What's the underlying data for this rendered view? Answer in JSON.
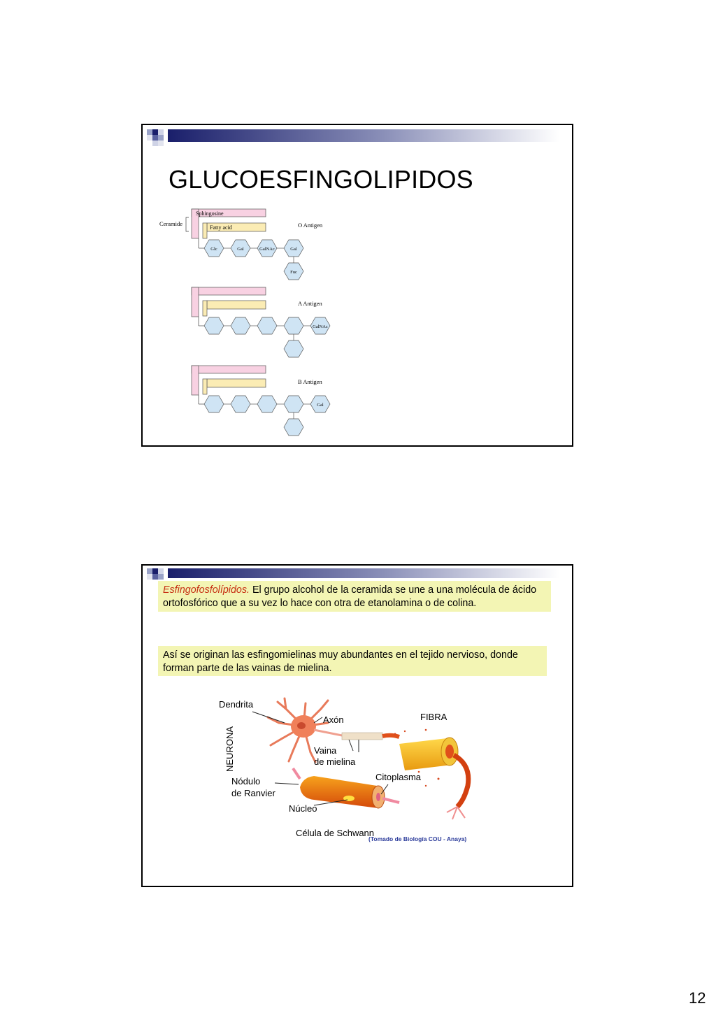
{
  "slide1": {
    "title": "GLUCOESFINGOLIPIDOS",
    "diagram": {
      "ceramide_label": "Ceramide",
      "sphingosine_label": "Sphingosine",
      "fatty_acid_label": "Fatty acid",
      "o_antigen": {
        "label": "O Antigen",
        "sugars": [
          "Glc",
          "Gal",
          "GalNAc",
          "Gal"
        ],
        "branch": "Fuc"
      },
      "a_antigen": {
        "label": "A Antigen",
        "terminal": "GalNAc"
      },
      "b_antigen": {
        "label": "B Antigen",
        "terminal": "Gal"
      },
      "colors": {
        "sphingosine_fill": "#f8d1e2",
        "fatty_acid_fill": "#fbecb4",
        "sugar_fill": "#cfe4f4"
      }
    }
  },
  "slide2": {
    "box1": {
      "highlight": "Esfingofosfolípidos.",
      "text": " El grupo alcohol de la ceramida se une a una molécula de ácido ortofosfórico que a su vez lo hace con otra de etanolamina o de colina."
    },
    "box2": {
      "text": "Así se originan las esfingomielinas muy abundantes en el tejido nervioso, donde forman parte de las vainas de mielina."
    },
    "neuron_figure": {
      "dendrita": "Dendrita",
      "axon": "Axón",
      "fibra": "FIBRA",
      "neurona": "NEURONA",
      "vaina_1": "Vaina",
      "vaina_2": "de mielina",
      "nodulo_1": "Nódulo",
      "nodulo_2": "de Ranvier",
      "citoplasma": "Citoplasma",
      "nucleo": "Núcleo",
      "celula_schwann": "Célula de Schwann",
      "credit": "(Tomado de Biología COU - Anaya)"
    }
  },
  "page_number": "12"
}
